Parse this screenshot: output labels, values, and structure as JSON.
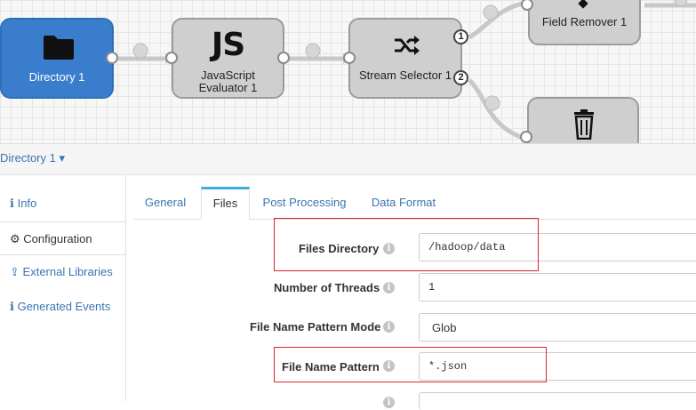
{
  "pipeline": {
    "nodes": [
      {
        "id": "directory",
        "label": "Directory 1",
        "icon": "folder-icon"
      },
      {
        "id": "js",
        "logo": "JS",
        "label": "JavaScript Evaluator 1",
        "icon": "js-icon"
      },
      {
        "id": "selector",
        "label": "Stream Selector 1",
        "icon": "shuffle-icon",
        "ports": [
          "1",
          "2"
        ]
      },
      {
        "id": "remover",
        "label": "Field Remover 1",
        "icon": "field-remover-icon"
      },
      {
        "id": "trash",
        "label": "",
        "icon": "trash-icon"
      }
    ]
  },
  "stage_bar": {
    "selected_stage": "Directory 1 ▾"
  },
  "left_nav": {
    "items": [
      {
        "label": "Info",
        "icon": "info-icon"
      },
      {
        "label": "Configuration",
        "icon": "gear-icon"
      },
      {
        "label": "External Libraries",
        "icon": "upload-icon"
      },
      {
        "label": "Generated Events",
        "icon": "info-icon"
      }
    ]
  },
  "tabs": [
    {
      "label": "General"
    },
    {
      "label": "Files"
    },
    {
      "label": "Post Processing"
    },
    {
      "label": "Data Format"
    }
  ],
  "form": {
    "files_directory": {
      "label": "Files Directory",
      "value": "/hadoop/data"
    },
    "number_of_threads": {
      "label": "Number of Threads",
      "value": "1"
    },
    "file_name_pattern_mode": {
      "label": "File Name Pattern Mode",
      "value": "Glob"
    },
    "file_name_pattern": {
      "label": "File Name Pattern",
      "value": "*.json"
    }
  },
  "colors": {
    "accent": "#3a74b0",
    "selected_node": "#3a7dcc",
    "highlight": "#d9262c",
    "active_tab_top": "#3bb0e0"
  }
}
